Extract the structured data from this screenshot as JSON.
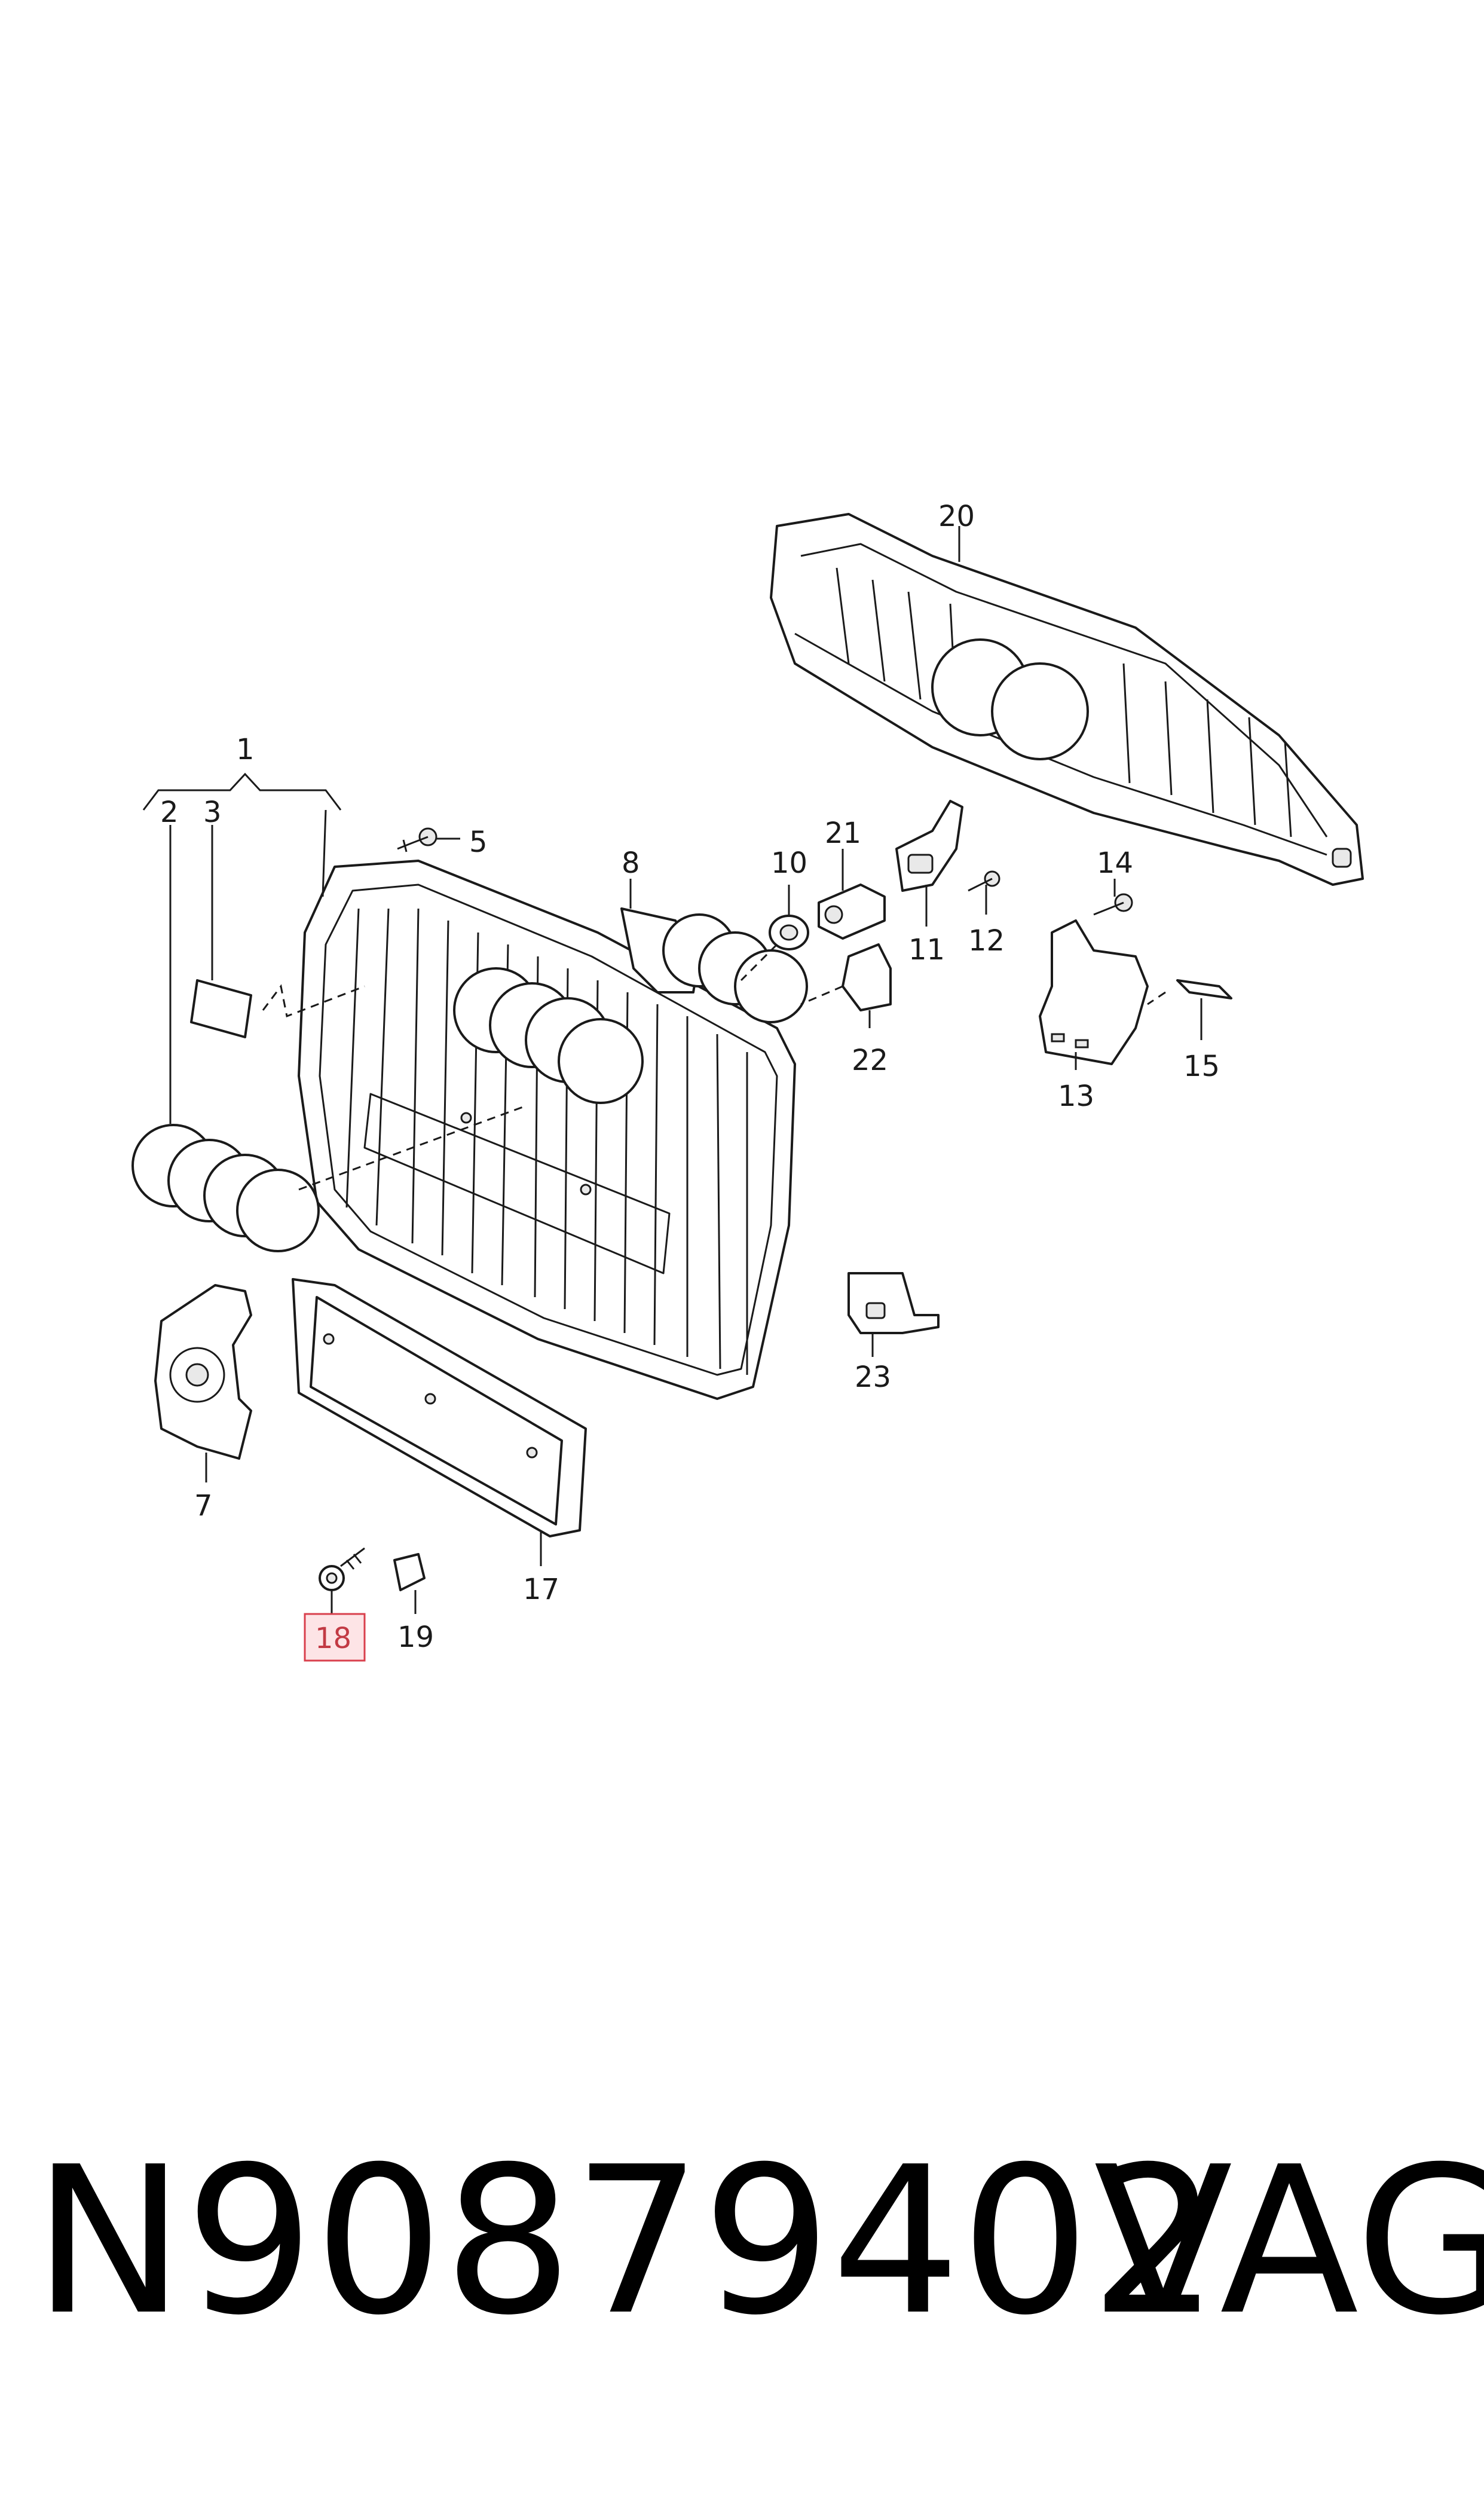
{
  "diagram": {
    "callouts": [
      "1",
      "2",
      "3",
      "5",
      "7",
      "8",
      "10",
      "11",
      "12",
      "13",
      "14",
      "15",
      "17",
      "18",
      "19",
      "20",
      "21",
      "22",
      "23"
    ],
    "highlighted_callout": "18",
    "highlight_color": "#d9404d",
    "highlight_fill": "#fde4e6"
  },
  "caption": {
    "part_number": "N90879402",
    "brand": "VAG"
  }
}
